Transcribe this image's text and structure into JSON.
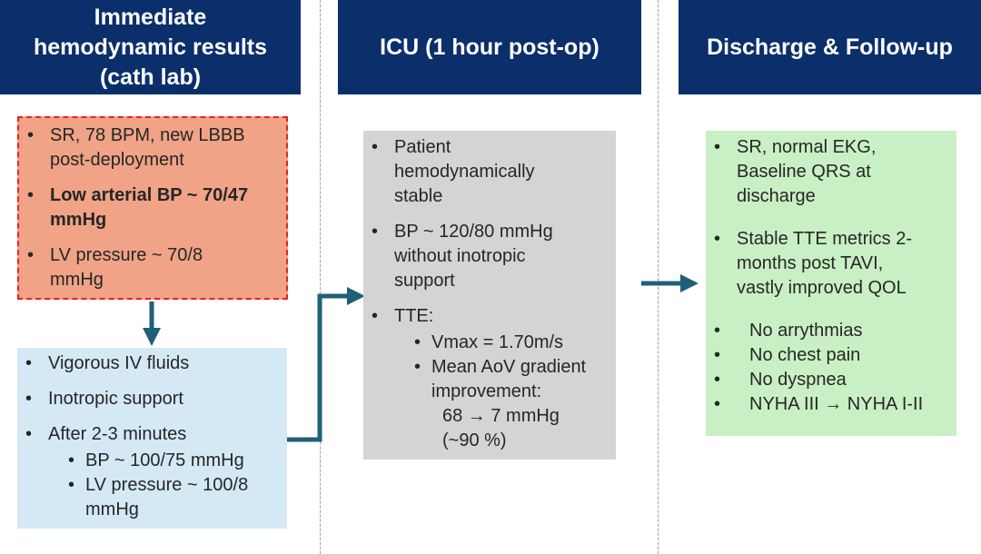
{
  "headers": {
    "cath_lab": [
      "Immediate",
      "hemodynamic results",
      "(cath lab)"
    ],
    "icu": "ICU (1 hour post-op)",
    "discharge": "Discharge & Follow-up"
  },
  "cath_lab_box": {
    "item1_l1": "SR, 78 BPM, new LBBB",
    "item1_l2": "post-deployment",
    "item2_l1": "Low arterial BP ~ 70/47",
    "item2_l2": "mmHg",
    "item3_l1": "LV pressure ~ 70/8",
    "item3_l2": "mmHg"
  },
  "intervention_box": {
    "item1": "Vigorous IV fluids",
    "item2": "Inotropic support",
    "item3": "After 2-3 minutes",
    "sub1": "BP ~ 100/75 mmHg",
    "sub2_l1": "LV pressure ~ 100/8",
    "sub2_l2": "mmHg"
  },
  "icu_box": {
    "item1_l1": "Patient",
    "item1_l2": "hemodynamically",
    "item1_l3": "stable",
    "item2_l1": "BP ~ 120/80 mmHg",
    "item2_l2": "without inotropic",
    "item2_l3": "support",
    "item3": "TTE:",
    "sub1": "Vmax = 1.70m/s",
    "sub2_l1": "Mean AoV gradient",
    "sub2_l2": "improvement:",
    "sub2_l3": "68 → 7 mmHg",
    "sub2_l4": "(~90 %)"
  },
  "discharge_box": {
    "item1_l1": "SR, normal EKG,",
    "item1_l2": "Baseline QRS at",
    "item1_l3": "discharge",
    "item2_l1": "Stable TTE metrics 2-",
    "item2_l2": "months post TAVI,",
    "item2_l3": "vastly improved QOL",
    "item3": "No arrythmias",
    "item4": "No chest pain",
    "item5": "No dyspnea",
    "item6": "NYHA III → NYHA I-II"
  },
  "colors": {
    "header": "#0b2f6b",
    "arrow": "#1f5f7a",
    "cath_fill": "#f0a386",
    "cath_border": "#e3242b",
    "intervention_fill": "#d5e9f5",
    "icu_fill": "#d4d4d4",
    "discharge_fill": "#c9f0c4"
  }
}
